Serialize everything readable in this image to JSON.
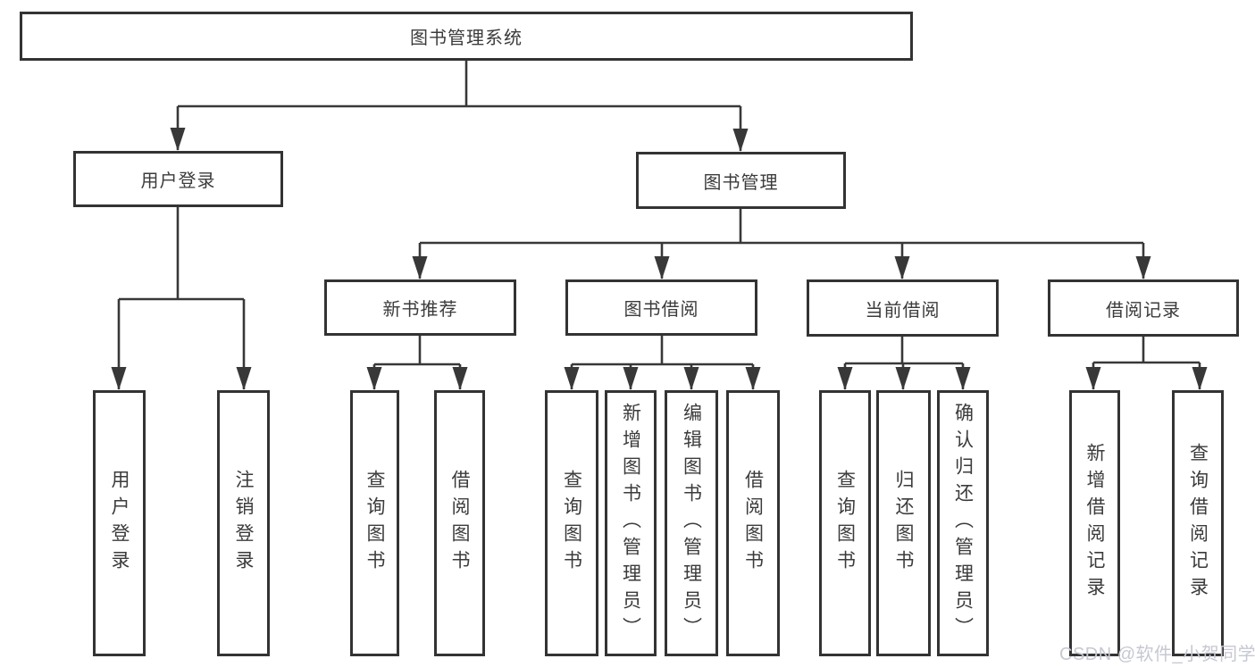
{
  "diagram": {
    "type": "tree",
    "title": "图书管理系统"
  },
  "nodes": {
    "root": {
      "label": "图书管理系统"
    },
    "user_login": {
      "label": "用户登录"
    },
    "book_mgmt": {
      "label": "图书管理"
    },
    "new_book_rec": {
      "label": "新书推荐"
    },
    "book_borrow": {
      "label": "图书借阅"
    },
    "current_borrow": {
      "label": "当前借阅"
    },
    "borrow_record": {
      "label": "借阅记录"
    },
    "ul_login": {
      "label": "用户登录"
    },
    "ul_logout": {
      "label": "注销登录"
    },
    "nbr_query": {
      "label": "查询图书"
    },
    "nbr_borrow": {
      "label": "借阅图书"
    },
    "bb_query": {
      "label": "查询图书"
    },
    "bb_add": {
      "label": "新增图书（管理员）"
    },
    "bb_edit": {
      "label": "编辑图书（管理员）"
    },
    "bb_borrow": {
      "label": "借阅图书"
    },
    "cb_query": {
      "label": "查询图书"
    },
    "cb_return": {
      "label": "归还图书"
    },
    "cb_confirm": {
      "label": "确认归还（管理员）"
    },
    "br_add": {
      "label": "新增借阅记录"
    },
    "br_query": {
      "label": "查询借阅记录"
    }
  },
  "hierarchy": {
    "root": "图书管理系统",
    "children": [
      {
        "label": "用户登录",
        "children": [
          "用户登录",
          "注销登录"
        ]
      },
      {
        "label": "图书管理",
        "children": [
          {
            "label": "新书推荐",
            "children": [
              "查询图书",
              "借阅图书"
            ]
          },
          {
            "label": "图书借阅",
            "children": [
              "查询图书",
              "新增图书（管理员）",
              "编辑图书（管理员）",
              "借阅图书"
            ]
          },
          {
            "label": "当前借阅",
            "children": [
              "查询图书",
              "归还图书",
              "确认归还（管理员）"
            ]
          },
          {
            "label": "借阅记录",
            "children": [
              "新增借阅记录",
              "查询借阅记录"
            ]
          }
        ]
      }
    ]
  },
  "colors": {
    "line": "#383838",
    "box_border": "#333333",
    "text": "#3b3b3b",
    "background": "#ffffff",
    "watermark_text": "#c6c8d2"
  },
  "watermark": {
    "label": "CSDN @软件_小贺同学"
  }
}
